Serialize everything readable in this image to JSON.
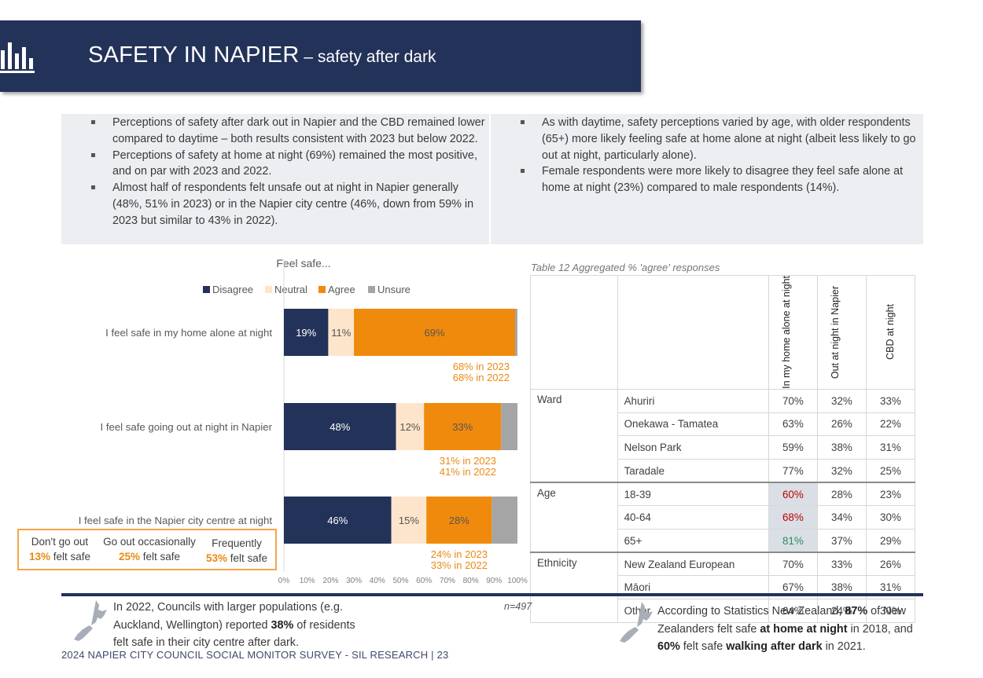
{
  "header": {
    "title_main": "SAFETY IN NAPIER",
    "title_sub": " – safety after dark"
  },
  "bullets_left": [
    "Perceptions of safety after dark out in Napier and the CBD remained lower compared to daytime – both results consistent with 2023 but below 2022.",
    "Perceptions of safety at home at night (69%) remained the most positive, and on par with 2023 and 2022.",
    "Almost half of respondents felt unsafe out at night in Napier generally (48%, 51% in 2023) or in the Napier city centre (46%, down from 59% in 2023 but similar to 43% in 2022)."
  ],
  "bullets_right": [
    "As with daytime, safety perceptions varied by age, with older respondents (65+) more likely feeling safe at home alone at night (albeit less likely to go out at night, particularly alone).",
    "Female respondents were more likely to disagree they feel safe alone at home at night (23%) compared to male respondents (14%)."
  ],
  "chart_data": {
    "type": "bar",
    "orientation": "horizontal",
    "stacked": true,
    "title": "Feel safe...",
    "categories": [
      "I feel safe in my home alone at night",
      "I feel safe going out at night in Napier",
      "I feel safe in the Napier city centre at night"
    ],
    "series": [
      {
        "name": "Disagree",
        "values": [
          19,
          48,
          46
        ],
        "labels": [
          "19%",
          "48%",
          "46%"
        ],
        "color": "#233259"
      },
      {
        "name": "Neutral",
        "values": [
          11,
          12,
          15
        ],
        "labels": [
          "11%",
          "12%",
          "15%"
        ],
        "color": "#fde5cb"
      },
      {
        "name": "Agree",
        "values": [
          69,
          33,
          28
        ],
        "labels": [
          "69%",
          "33%",
          "28%"
        ],
        "color": "#f08a0c"
      },
      {
        "name": "Unsure",
        "values": [
          1,
          7,
          11
        ],
        "labels": [
          "",
          "",
          ""
        ],
        "color": "#a5a5a5"
      }
    ],
    "comparisons": [
      [
        "68% in 2023",
        "68% in 2022"
      ],
      [
        "31% in 2023",
        "41% in 2022"
      ],
      [
        "24% in 2023",
        "33% in 2022"
      ]
    ],
    "xticks": [
      "0%",
      "10%",
      "20%",
      "30%",
      "40%",
      "50%",
      "60%",
      "70%",
      "80%",
      "90%",
      "100%"
    ],
    "xlim": [
      0,
      100
    ],
    "legend_position": "top",
    "grid": false
  },
  "callout": {
    "items": [
      {
        "label": "Don't go out",
        "pct": "13%",
        "suffix": " felt safe"
      },
      {
        "label": "Go out occasionally",
        "pct": "25%",
        "suffix": " felt safe"
      },
      {
        "label": "Frequently",
        "pct": "53%",
        "suffix": " felt safe"
      }
    ]
  },
  "table": {
    "caption": "Table 12 Aggregated % 'agree' responses",
    "columns": [
      "In my home alone at night",
      "Out at night in Napier",
      "CBD at night"
    ],
    "groups": [
      {
        "name": "Ward",
        "rows": [
          {
            "label": "Ahuriri",
            "values": [
              "70%",
              "32%",
              "33%"
            ]
          },
          {
            "label": "Onekawa - Tamatea",
            "values": [
              "63%",
              "26%",
              "22%"
            ]
          },
          {
            "label": "Nelson Park",
            "values": [
              "59%",
              "38%",
              "31%"
            ]
          },
          {
            "label": "Taradale",
            "values": [
              "77%",
              "32%",
              "25%"
            ]
          }
        ]
      },
      {
        "name": "Age",
        "rows": [
          {
            "label": "18-39",
            "values": [
              "60%",
              "28%",
              "23%"
            ],
            "highlight_color": "#c00000"
          },
          {
            "label": "40-64",
            "values": [
              "68%",
              "34%",
              "30%"
            ],
            "highlight_color": "#c00000"
          },
          {
            "label": "65+",
            "values": [
              "81%",
              "37%",
              "29%"
            ],
            "highlight_color": "#2e8b57"
          }
        ]
      },
      {
        "name": "Ethnicity",
        "rows": [
          {
            "label": "New Zealand European",
            "values": [
              "70%",
              "33%",
              "26%"
            ]
          },
          {
            "label": "Māori",
            "values": [
              "67%",
              "38%",
              "31%"
            ]
          },
          {
            "label": "Other",
            "values": [
              "64%",
              "24%",
              "30%"
            ]
          }
        ]
      }
    ]
  },
  "n_label": "n=497",
  "footer_left": {
    "pre": "In 2022, Councils with larger populations (e.g. Auckland, Wellington) reported ",
    "bold": "38%",
    "post": " of residents felt safe in their city centre after dark."
  },
  "footer_right": {
    "t1": "According to Statistics New Zealand, ",
    "b1": "87%",
    "t2": " of New Zealanders felt safe ",
    "b2": "at home at night",
    "t3": " in 2018, and ",
    "b3": "60%",
    "t4": " felt safe ",
    "b4": "walking after dark",
    "t5": " in 2021."
  },
  "footer_credit": "2024 NAPIER CITY COUNCIL SOCIAL MONITOR SURVEY - SIL RESEARCH | 23",
  "icons": {
    "logo": "bar-chart-icon",
    "nz_map": "nz-map-icon"
  }
}
